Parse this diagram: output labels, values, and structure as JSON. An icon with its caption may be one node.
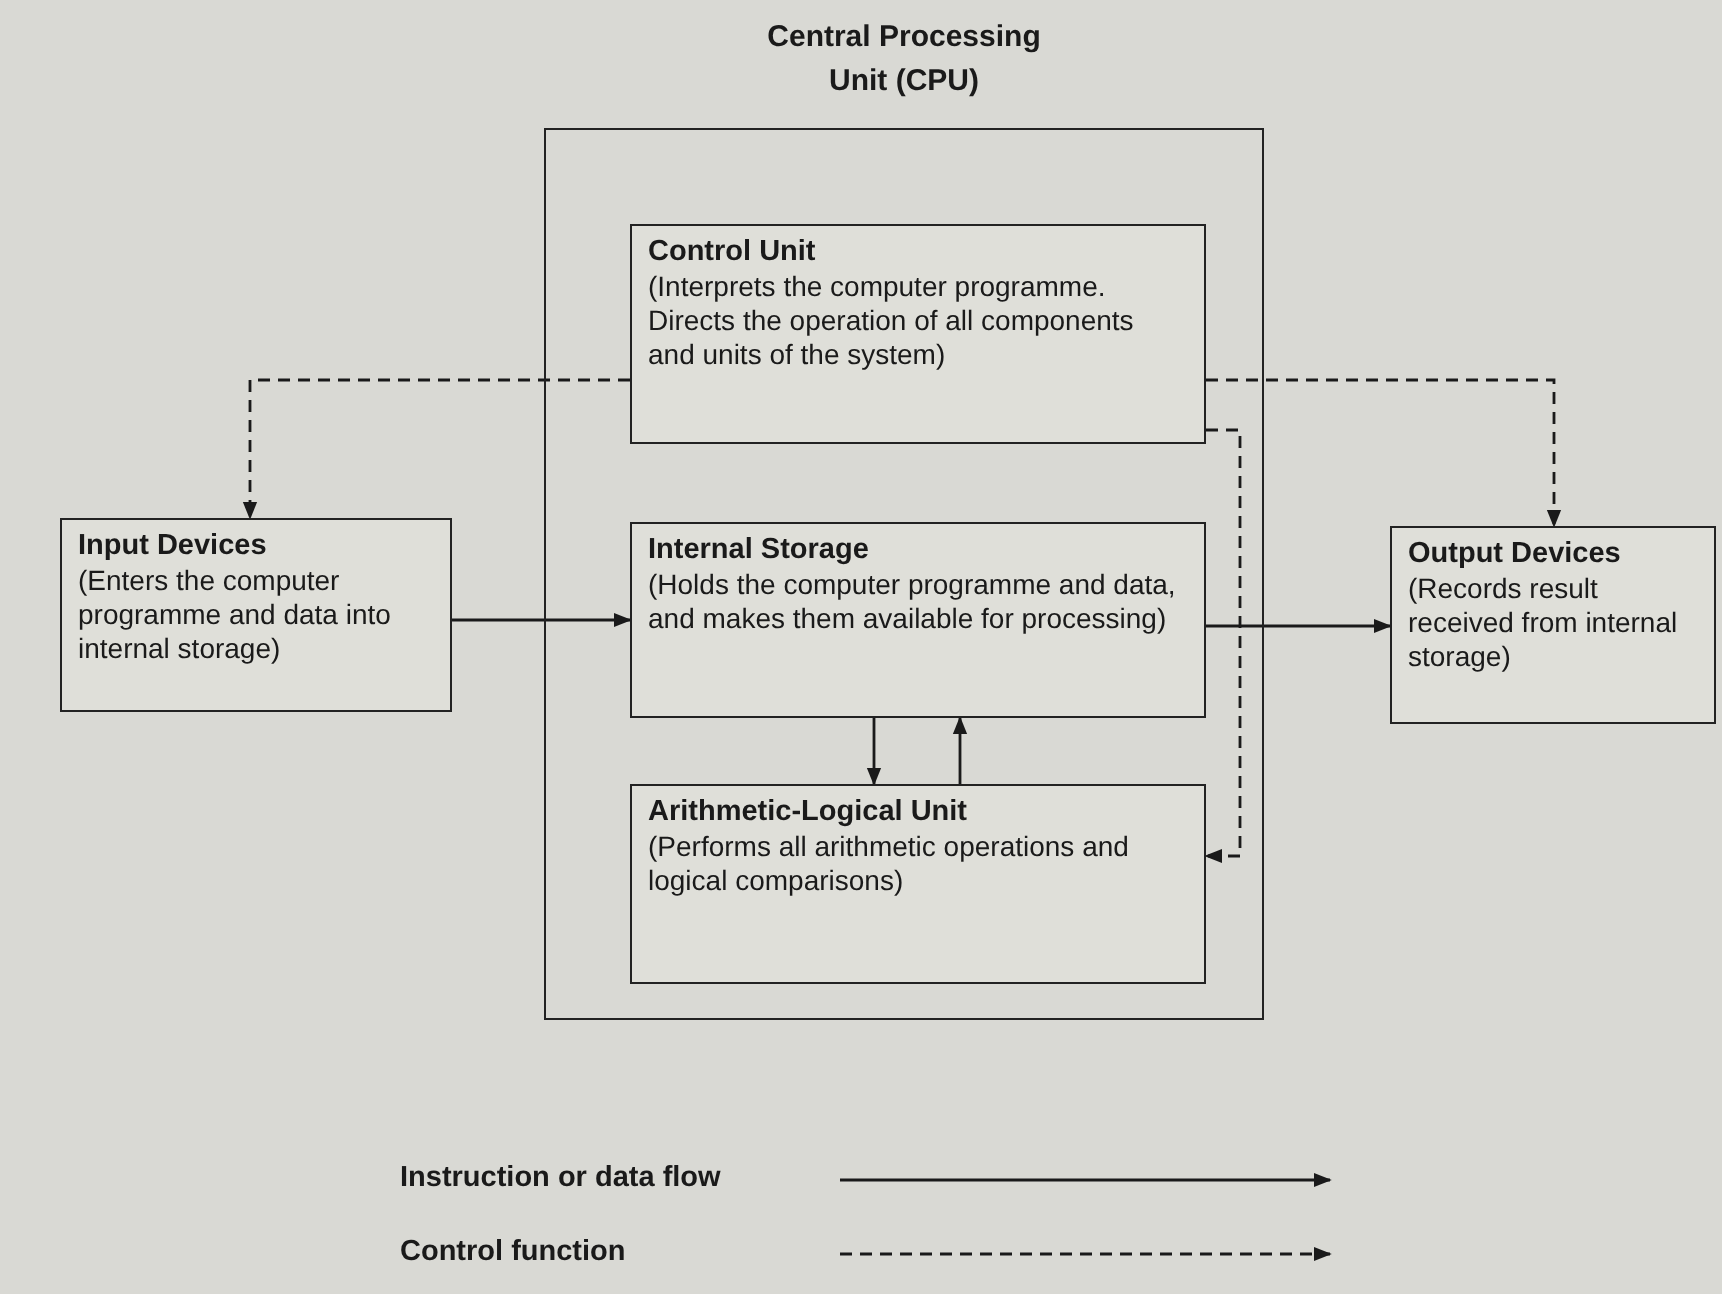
{
  "diagram": {
    "nodes": [
      {
        "text": [
          "Central Processing Unit (CPU)"
        ]
      },
      {
        "text": [
          "Control Unit",
          "(Interprets the computer programme. Directs the operation of all components and units of the system)"
        ],
        "in": 0
      },
      {
        "text": [
          "Input Devices",
          "(Enters the computer programme and data into internal storage)"
        ]
      },
      {
        "text": [
          "Internal Storage",
          "(Holds the computer programme and data, and makes them available for processing)"
        ],
        "in": 0
      },
      {
        "text": [
          "Output Devices",
          "(Records result received from internal storage)"
        ]
      },
      {
        "text": [
          "Arithmetic-Logical Unit",
          "(Performs all arithmetic operations and logical comparisons)"
        ],
        "in": 0
      }
    ],
    "edges": [
      {
        "from": 2,
        "to": 3,
        "arrow": "to"
      },
      {
        "from": 3,
        "to": 4,
        "arrow": "to"
      },
      {
        "from": 3,
        "to": 5,
        "arrow": "to"
      },
      {
        "from": 5,
        "to": 3,
        "arrow": "to"
      },
      {
        "from": 1,
        "to": 2,
        "arrow": "to",
        "style": "dashed"
      },
      {
        "from": 1,
        "to": 4,
        "arrow": "to",
        "style": "dashed"
      },
      {
        "from": 1,
        "to": 5,
        "arrow": "to",
        "style": "dashed"
      }
    ],
    "legend": [
      {
        "text": "Instruction or data flow"
      },
      {
        "text": "Control function"
      }
    ]
  }
}
